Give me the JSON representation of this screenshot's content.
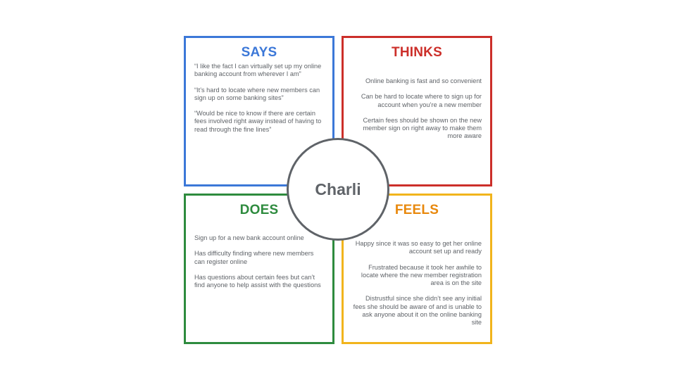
{
  "persona": {
    "name": "Charli"
  },
  "colors": {
    "says": "#3c78d8",
    "thinks": "#cc2f2a",
    "does": "#2e8b3e",
    "feels": "#e8880c",
    "feels_border": "#f1b41c",
    "circle": "#5f6368",
    "text": "#5f6368"
  },
  "quadrants": {
    "says": {
      "title": "SAYS",
      "items": [
        "“I like the fact I can virtually set up my online banking account from wherever I am”",
        "“It’s hard to locate where new members can sign up on some banking sites”",
        "“Would be nice to know if there are certain fees involved right away instead of having to read through the fine lines”"
      ]
    },
    "thinks": {
      "title": "THINKS",
      "items": [
        "Online banking is fast and so convenient",
        "Can be hard to locate where to sign up for account when you’re a new member",
        "Certain fees should be shown on the new member sign on right away to make them more aware"
      ]
    },
    "does": {
      "title": "DOES",
      "items": [
        "Sign up for a new bank account online",
        "Has difficulty finding where new members can register online",
        "Has questions about certain fees but can’t find anyone to help assist with the questions"
      ]
    },
    "feels": {
      "title": "FEELS",
      "items": [
        "Happy since it was so easy to get her online account set up and ready",
        "Frustrated because it took her awhile to locate where the new member registration area is on the site",
        "Distrustful since she didn’t see any initial fees she should be aware of and is unable to ask anyone about it on the online banking site"
      ]
    }
  }
}
